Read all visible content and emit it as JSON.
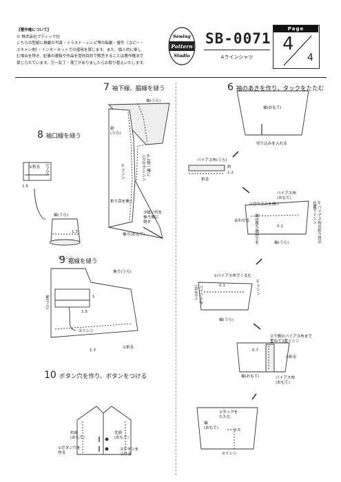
{
  "header": {
    "copyright_title": "【著作権について】",
    "publisher": "© 株式会社ブティック社",
    "copyright_lines": [
      "こちらの型紙に掲載の写真・イラスト・レシピ等の転載・複写（コピー・",
      "スキャン他）・インターネットでの使用を禁じます。また、個人的に楽し",
      "む場合を除き、記事の複製や作品を営利目的で販売することは著作権法で",
      "禁じられています。万一乱丁・落丁がありましたらお取り替えいたします。"
    ],
    "logo_words": [
      "Sewing",
      "Pattern",
      "Studio"
    ],
    "pattern_code": "SB-0071",
    "pattern_name": "Aラインシャツ",
    "page_label": "Page",
    "page_current": "4",
    "page_total": "4"
  },
  "steps": {
    "s7": {
      "num": "7",
      "title": "袖下線、脇線を縫う",
      "labels": {
        "sleeve_back": "袖(うら)",
        "front_back": "前\n(うら)",
        "zigzag": "②2枚一緒に\nジグザグミシン",
        "mishin": "①ミシン",
        "fold_open": "折り目を開く",
        "seam_allow": "③縫い代を\n後ろ側に\n倒す",
        "back_front": "後ろ(おもて)"
      }
    },
    "s8": {
      "num": "8",
      "title": "袖口線を縫う",
      "labels": {
        "fold": "①折る",
        "back": "(うら)",
        "w15": "1.5",
        "sleeve": "袖(うら)",
        "w13": "1.3",
        "mishin2": "②ミシン"
      }
    },
    "s9": {
      "num": "9",
      "title": "裾線を縫う",
      "labels": {
        "back": "後ろ(うら)",
        "front": "前(うら)",
        "w1": "1",
        "w15": "1.5",
        "mishin2": "②ミシン",
        "w13": "1.3",
        "fold": "①折る"
      }
    },
    "s10": {
      "num": "10",
      "title": "ボタン穴を作り、ボタンをつける",
      "labels": {
        "right_front": "右前\n(おもて)",
        "left_front": "左前\n(おもて)",
        "buttonhole": "①ボタン穴を\n作る",
        "button": "②ボタンを\nつける"
      }
    },
    "s6": {
      "num": "6",
      "title": "袖のあきを作り、タックをたたむ",
      "labels": {
        "sleeve_front": "袖(おもて)",
        "cut": "切り込みを入れる",
        "bias_back": "バイアス布(うら)",
        "fold": "折る",
        "approx": "約",
        "w12": "1.2",
        "bias_front": "バイアス布\n(おもて)",
        "open_cut": "①切り込みを開く",
        "bias_fold_pos": "②バイアス布の折り目の\n位置でミシン",
        "align": "合わせる",
        "edge": "端は裁ち端同士を",
        "w01": "0.1",
        "sleeve_back": "袖(うら)",
        "wrap": "①バイアス布でくるむ",
        "mishin2": "②ミシン",
        "bias_front2": "バイアス布\n(おもて)",
        "overlap": "②下側のバイアス布まで\n重ねて3度ミシン",
        "w07": "0.7",
        "fold2": "①折る",
        "sleeve_front2": "袖(おもて)",
        "bias_front3": "バイアス布\n(おもて)",
        "tuck": "①タックを\nたたむ",
        "sleeve_front3": "袖\n(おもて)",
        "w05": "0.5",
        "mishin3": "②ミシン"
      }
    }
  }
}
